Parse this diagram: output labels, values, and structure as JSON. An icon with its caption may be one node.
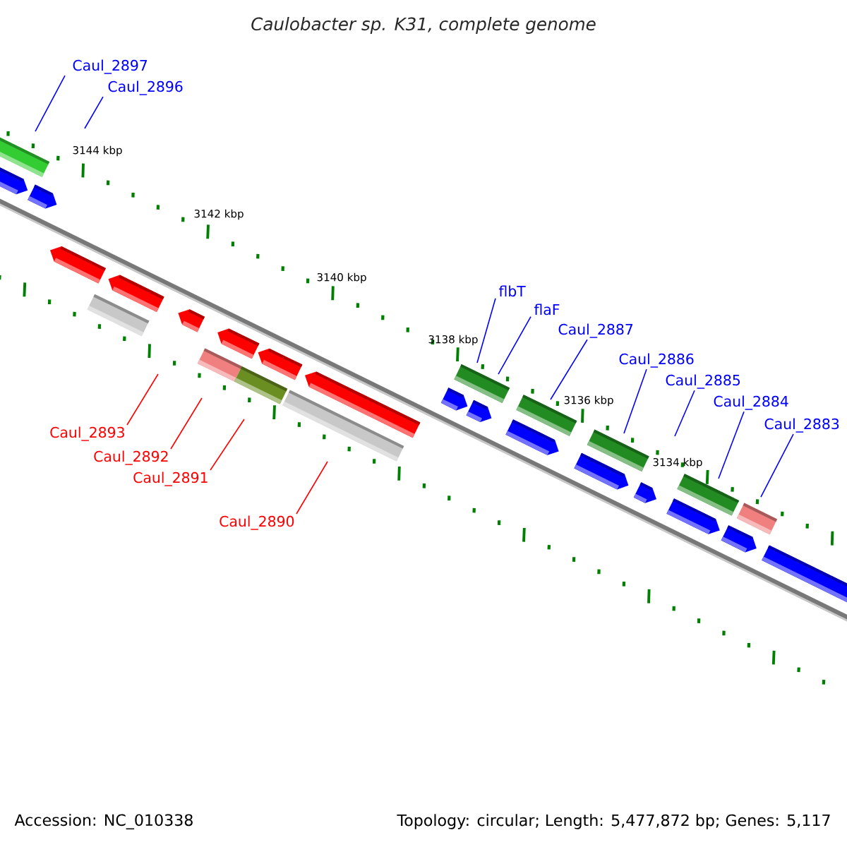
{
  "diagram": {
    "title": "*Caulobacter* sp. K31, complete genome",
    "nodes": [
      {
        "text": [
          "Caul_2897"
        ]
      },
      {
        "text": [
          "Caul_2896"
        ]
      },
      {
        "text": [
          "flbT"
        ]
      },
      {
        "text": [
          "flaF"
        ]
      },
      {
        "text": [
          "Caul_2887"
        ]
      },
      {
        "text": [
          "Caul_2886"
        ]
      },
      {
        "text": [
          "Caul_2885"
        ]
      },
      {
        "text": [
          "Caul_2884"
        ]
      },
      {
        "text": [
          "Caul_2883"
        ]
      },
      {
        "text": [
          "Caul_2893"
        ]
      },
      {
        "text": [
          "Caul_2892"
        ]
      },
      {
        "text": [
          "Caul_2891"
        ]
      },
      {
        "text": [
          "Caul_2890"
        ]
      }
    ],
    "edges": [
      {
        "from": 0,
        "to": null,
        "arrow": "none"
      },
      {
        "from": 1,
        "to": null,
        "arrow": "none"
      },
      {
        "from": 2,
        "to": null,
        "arrow": "none"
      },
      {
        "from": 3,
        "to": null,
        "arrow": "none"
      },
      {
        "from": 4,
        "to": null,
        "arrow": "none"
      },
      {
        "from": 5,
        "to": null,
        "arrow": "none"
      },
      {
        "from": 6,
        "to": null,
        "arrow": "none"
      },
      {
        "from": 7,
        "to": null,
        "arrow": "none"
      },
      {
        "from": 8,
        "to": null,
        "arrow": "none"
      },
      {
        "from": 9,
        "to": null,
        "arrow": "none",
        "color": "#ff0000"
      },
      {
        "from": 10,
        "to": null,
        "arrow": "none",
        "color": "#ff0000"
      },
      {
        "from": 11,
        "to": null,
        "arrow": "none",
        "color": "#ff0000"
      },
      {
        "from": 12,
        "to": null,
        "arrow": "none",
        "color": "#ff0000"
      }
    ],
    "labels": [
      "3144 kbp",
      "3142 kbp",
      "3140 kbp",
      "3138 kbp",
      "3136 kbp",
      "3134 kbp",
      "Accession: NC_010338",
      "Topology: circular; Length: 5,477,872 bp; Genes: 5,117"
    ]
  }
}
